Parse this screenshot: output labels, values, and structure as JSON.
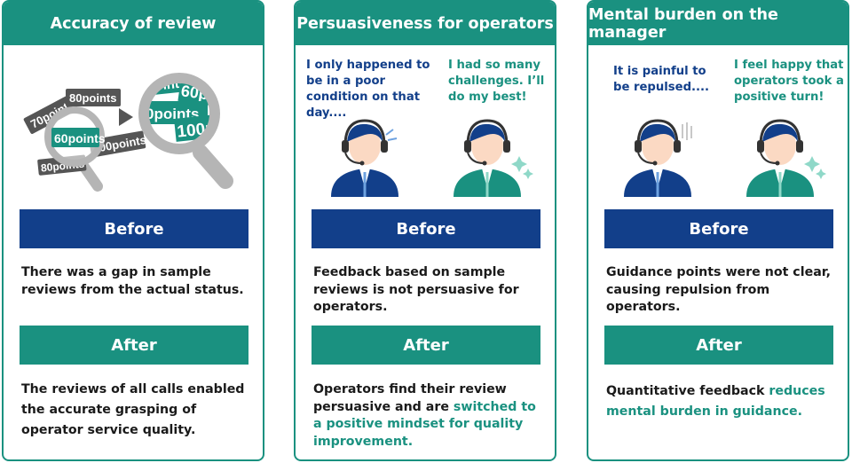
{
  "cards": [
    {
      "title": "Accuracy of review",
      "before_label": "Before",
      "before_text": "There was a gap in sample reviews from the actual status.",
      "after_label": "After",
      "after_text": "The reviews of all calls enabled the accurate grasping of operator service quality.",
      "tags": [
        "70points",
        "80points",
        "60points",
        "100points",
        "80points"
      ],
      "zoom_tags": [
        "60points",
        "0points",
        "100points",
        "points"
      ]
    },
    {
      "title": "Persuasiveness for operators",
      "quote_left": "I only happened to be in a poor condition on that day....",
      "quote_right": "I had so many challenges. I’ll do my best!",
      "before_label": "Before",
      "before_text": "Feedback based on sample reviews is not persuasive for operators.",
      "after_label": "After",
      "after_text_plain": "Operators find their review persuasive and are ",
      "after_text_highlight": "switched to a positive mindset for quality improvement."
    },
    {
      "title": "Mental burden on the manager",
      "quote_left": "It is painful to be repulsed....",
      "quote_right": "I feel happy that operators took a positive turn!",
      "before_label": "Before",
      "before_text": "Guidance points were not clear, causing repulsion from operators.",
      "after_label": "After",
      "after_text_plain": "Quantitative feedback ",
      "after_text_highlight": "reduces mental burden in guidance."
    }
  ],
  "colors": {
    "teal": "#1a9180",
    "navy": "#123f8a",
    "tag_dark": "#555555",
    "glass": "#b5b5b5"
  }
}
